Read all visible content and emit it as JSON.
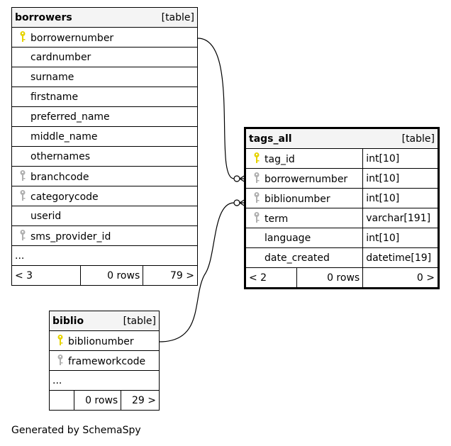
{
  "borrowers": {
    "name": "borrowers",
    "kind": "[table]",
    "columns": [
      {
        "name": "borrowernumber",
        "key": "primary"
      },
      {
        "name": "cardnumber",
        "key": "none"
      },
      {
        "name": "surname",
        "key": "none"
      },
      {
        "name": "firstname",
        "key": "none"
      },
      {
        "name": "preferred_name",
        "key": "none"
      },
      {
        "name": "middle_name",
        "key": "none"
      },
      {
        "name": "othernames",
        "key": "none"
      },
      {
        "name": "branchcode",
        "key": "foreign"
      },
      {
        "name": "categorycode",
        "key": "foreign"
      },
      {
        "name": "userid",
        "key": "none"
      },
      {
        "name": "sms_provider_id",
        "key": "foreign"
      }
    ],
    "more": "...",
    "footer": {
      "parents": "< 3",
      "rows": "0 rows",
      "children": "79 >"
    }
  },
  "tags_all": {
    "name": "tags_all",
    "kind": "[table]",
    "columns": [
      {
        "name": "tag_id",
        "type": "int[10]",
        "key": "primary"
      },
      {
        "name": "borrowernumber",
        "type": "int[10]",
        "key": "foreign"
      },
      {
        "name": "biblionumber",
        "type": "int[10]",
        "key": "foreign"
      },
      {
        "name": "term",
        "type": "varchar[191]",
        "key": "foreign"
      },
      {
        "name": "language",
        "type": "int[10]",
        "key": "none"
      },
      {
        "name": "date_created",
        "type": "datetime[19]",
        "key": "none"
      }
    ],
    "footer": {
      "parents": "< 2",
      "rows": "0 rows",
      "children": "0 >"
    }
  },
  "biblio": {
    "name": "biblio",
    "kind": "[table]",
    "columns": [
      {
        "name": "biblionumber",
        "key": "primary"
      },
      {
        "name": "frameworkcode",
        "key": "foreign"
      }
    ],
    "more": "...",
    "footer": {
      "parents": "",
      "rows": "0 rows",
      "children": "29 >"
    }
  },
  "footer_text": "Generated by SchemaSpy",
  "colors": {
    "primary_key": "#e6d300",
    "foreign_key": "#b0b0b0",
    "header_bg": "#f4f4f4"
  }
}
